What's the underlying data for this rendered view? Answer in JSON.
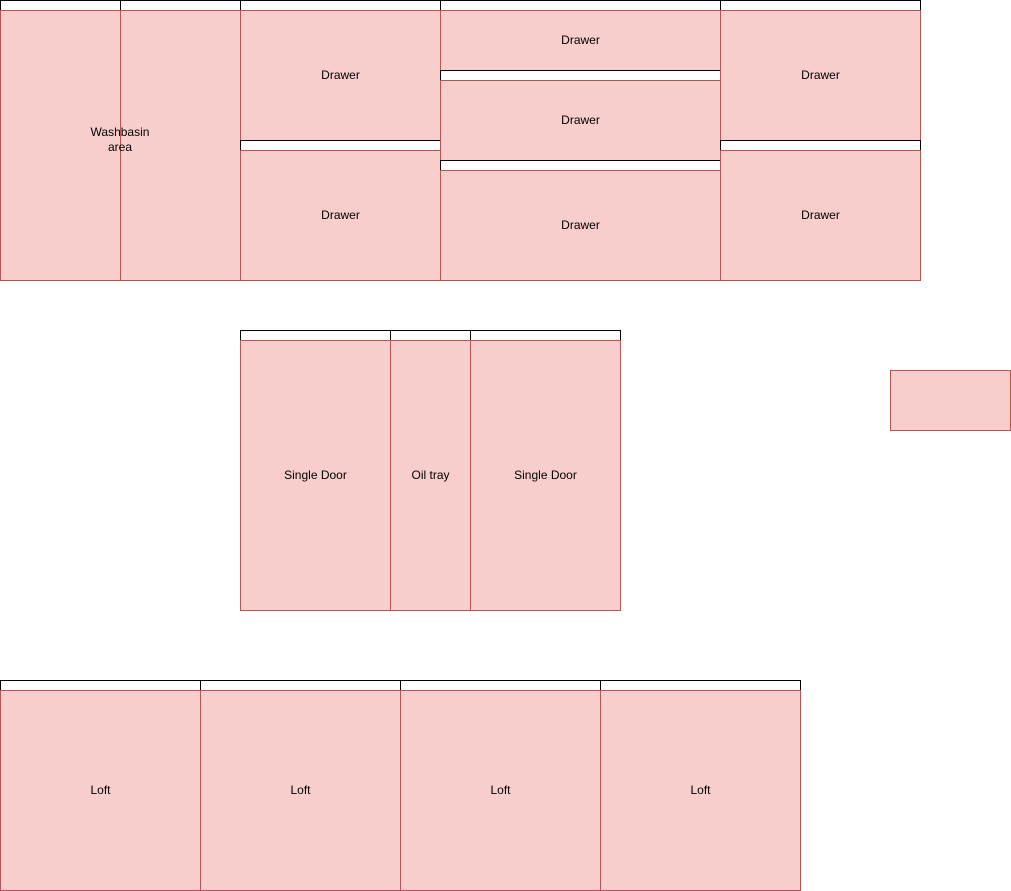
{
  "colors": {
    "panel_fill": "#f8cecc",
    "panel_stroke": "#b85450",
    "strip_fill": "#ffffff",
    "strip_stroke": "#000000",
    "text": "#000000"
  },
  "labels": {
    "washbasin": "Washbasin\narea",
    "drawer": "Drawer",
    "single_door": "Single Door",
    "oil_tray": "Oil tray",
    "loft": "Loft",
    "legend_box": ""
  },
  "top_cabinet_row": {
    "washbasin_panel": "Washbasin\narea",
    "drawers_col3": [
      "Drawer",
      "Drawer"
    ],
    "drawers_col4": [
      "Drawer",
      "Drawer",
      "Drawer"
    ],
    "drawers_col5": [
      "Drawer",
      "Drawer"
    ]
  },
  "middle_cabinet_row": {
    "left_door": "Single Door",
    "oil_tray": "Oil tray",
    "right_door": "Single Door"
  },
  "loft_row": {
    "lofts": [
      "Loft",
      "Loft",
      "Loft",
      "Loft"
    ]
  }
}
